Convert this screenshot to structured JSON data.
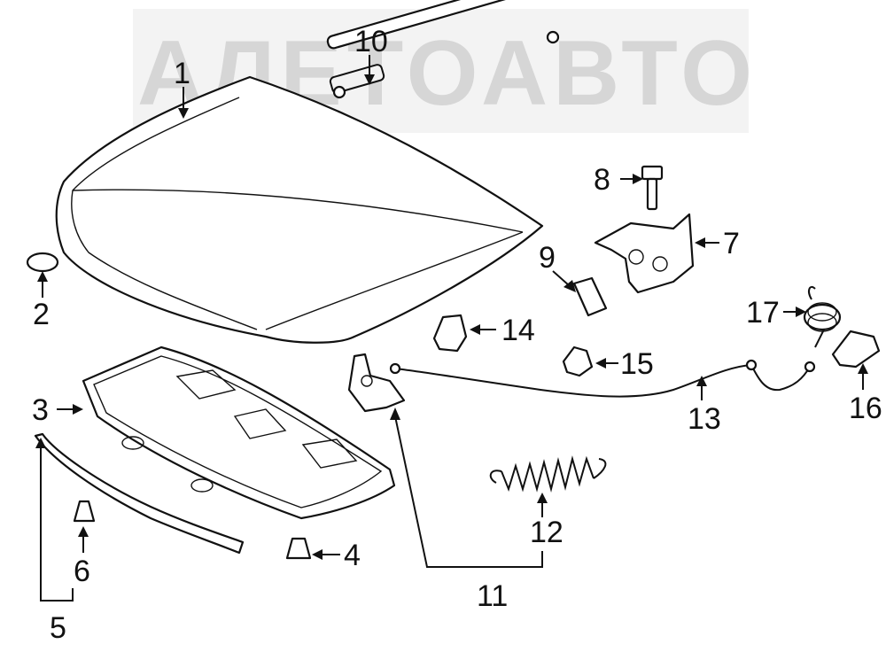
{
  "watermark": {
    "text": "АЛЕТОАВТО"
  },
  "callouts": {
    "c1": "1",
    "c2": "2",
    "c3": "3",
    "c4": "4",
    "c5": "5",
    "c6": "6",
    "c7": "7",
    "c8": "8",
    "c9": "9",
    "c10": "10",
    "c11": "11",
    "c12": "12",
    "c13": "13",
    "c14": "14",
    "c15": "15",
    "c16": "16",
    "c17": "17"
  }
}
